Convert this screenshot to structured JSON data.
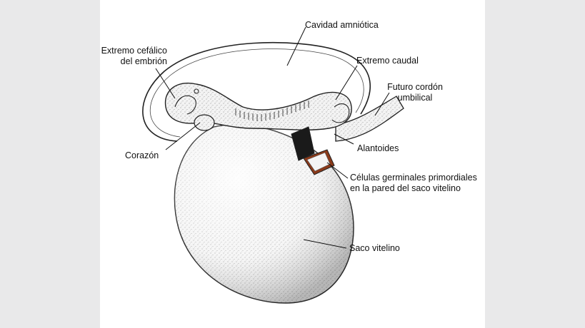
{
  "labels": {
    "cavidad_amniotica": "Cavidad amniótica",
    "extremo_cefalico": [
      "Extremo cefálico",
      "del embrión"
    ],
    "extremo_caudal": "Extremo caudal",
    "futuro_cordon": [
      "Futuro cordón",
      "umbilical"
    ],
    "alantoides": "Alantoides",
    "corazon": "Corazón",
    "celulas_germinales": [
      "Células germinales primordiales",
      "en la pared del saco vitelino"
    ],
    "saco_vitelino": "Saco vitelino"
  },
  "colors": {
    "background": "#e9e9ea",
    "panel": "#ffffff",
    "ink": "#111111",
    "tissue": "#f1f1f1",
    "germ_cells": "#8b3a1a"
  }
}
